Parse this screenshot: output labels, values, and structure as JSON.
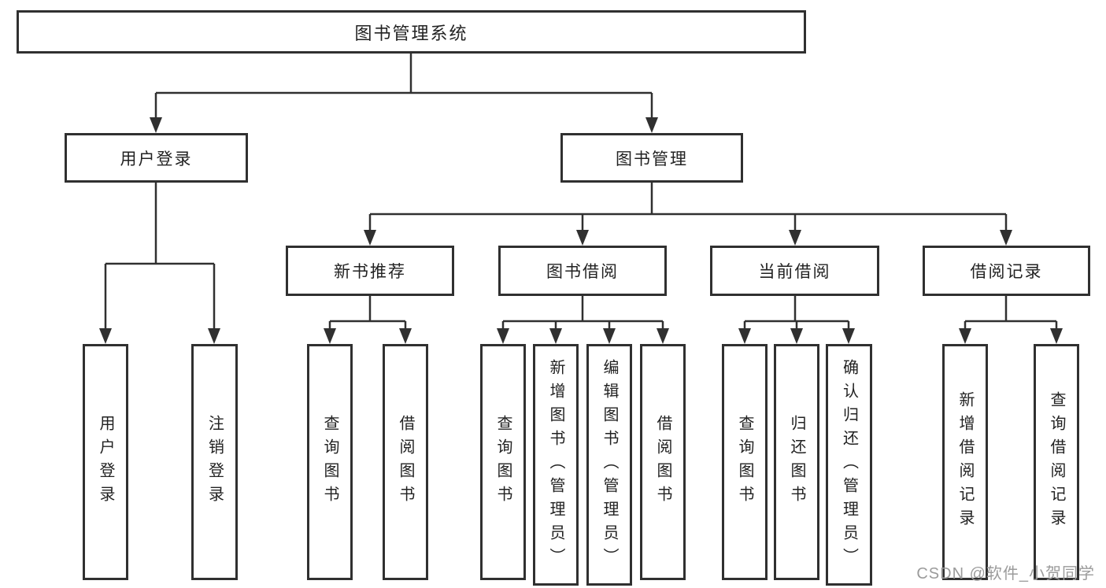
{
  "diagram": {
    "root": {
      "label": "图书管理系统"
    },
    "branches": [
      {
        "label": "用户登录",
        "children": [
          {
            "label": "用户登录"
          },
          {
            "label": "注销登录"
          }
        ]
      },
      {
        "label": "图书管理",
        "children": [
          {
            "label": "新书推荐",
            "children": [
              {
                "label": "查询图书"
              },
              {
                "label": "借阅图书"
              }
            ]
          },
          {
            "label": "图书借阅",
            "children": [
              {
                "label": "查询图书"
              },
              {
                "label": "新增图书（管理员）"
              },
              {
                "label": "编辑图书（管理员）"
              },
              {
                "label": "借阅图书"
              }
            ]
          },
          {
            "label": "当前借阅",
            "children": [
              {
                "label": "查询图书"
              },
              {
                "label": "归还图书"
              },
              {
                "label": "确认归还（管理员）"
              }
            ]
          },
          {
            "label": "借阅记录",
            "children": [
              {
                "label": "新增借阅记录"
              },
              {
                "label": "查询借阅记录"
              }
            ]
          }
        ]
      }
    ]
  },
  "watermark": {
    "text": "CSDN @软件_小贺同学"
  },
  "colors": {
    "background": "#ffffff",
    "line": "#303030",
    "box_border": "#303030",
    "text": "#222222",
    "watermark": "#9b9b9b"
  }
}
